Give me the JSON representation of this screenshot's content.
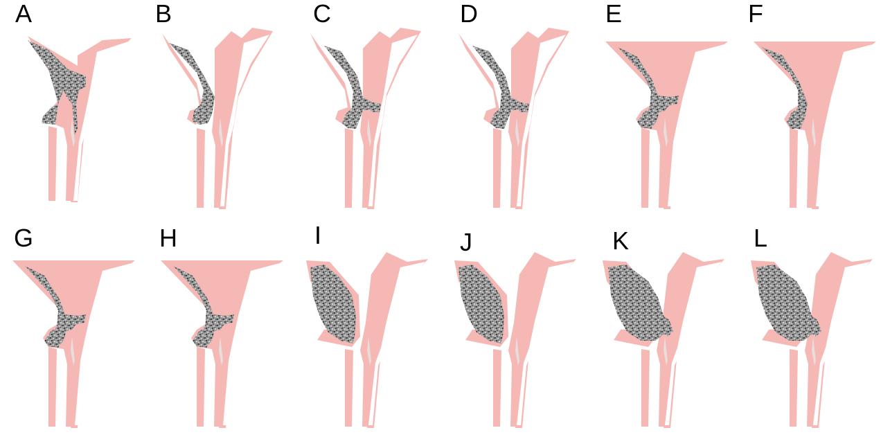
{
  "colors": {
    "tissue": "#f6b8b5",
    "lumen": "#ffffff",
    "fill_base": "#9a9a9a",
    "fill_dark": "#3a3a3a",
    "fill_light": "#e6e6e6",
    "label": "#000000"
  },
  "panels": [
    {
      "label": "A",
      "variant": "bicornuate-low-septum"
    },
    {
      "label": "B",
      "variant": "left-horn-partial"
    },
    {
      "label": "C",
      "variant": "left-horn-with-bridge"
    },
    {
      "label": "D",
      "variant": "left-horn-with-bridge"
    },
    {
      "label": "E",
      "variant": "wide-fundus-with-bridge"
    },
    {
      "label": "F",
      "variant": "wide-fundus-single-channel"
    },
    {
      "label": "G",
      "variant": "wide-fundus-with-bridge"
    },
    {
      "label": "H",
      "variant": "wide-fundus-with-bridge"
    },
    {
      "label": "I",
      "variant": "left-horn-filled"
    },
    {
      "label": "J",
      "variant": "left-horn-filled"
    },
    {
      "label": "K",
      "variant": "left-horn-filled-bridge"
    },
    {
      "label": "L",
      "variant": "left-horn-filled-bridge"
    }
  ]
}
